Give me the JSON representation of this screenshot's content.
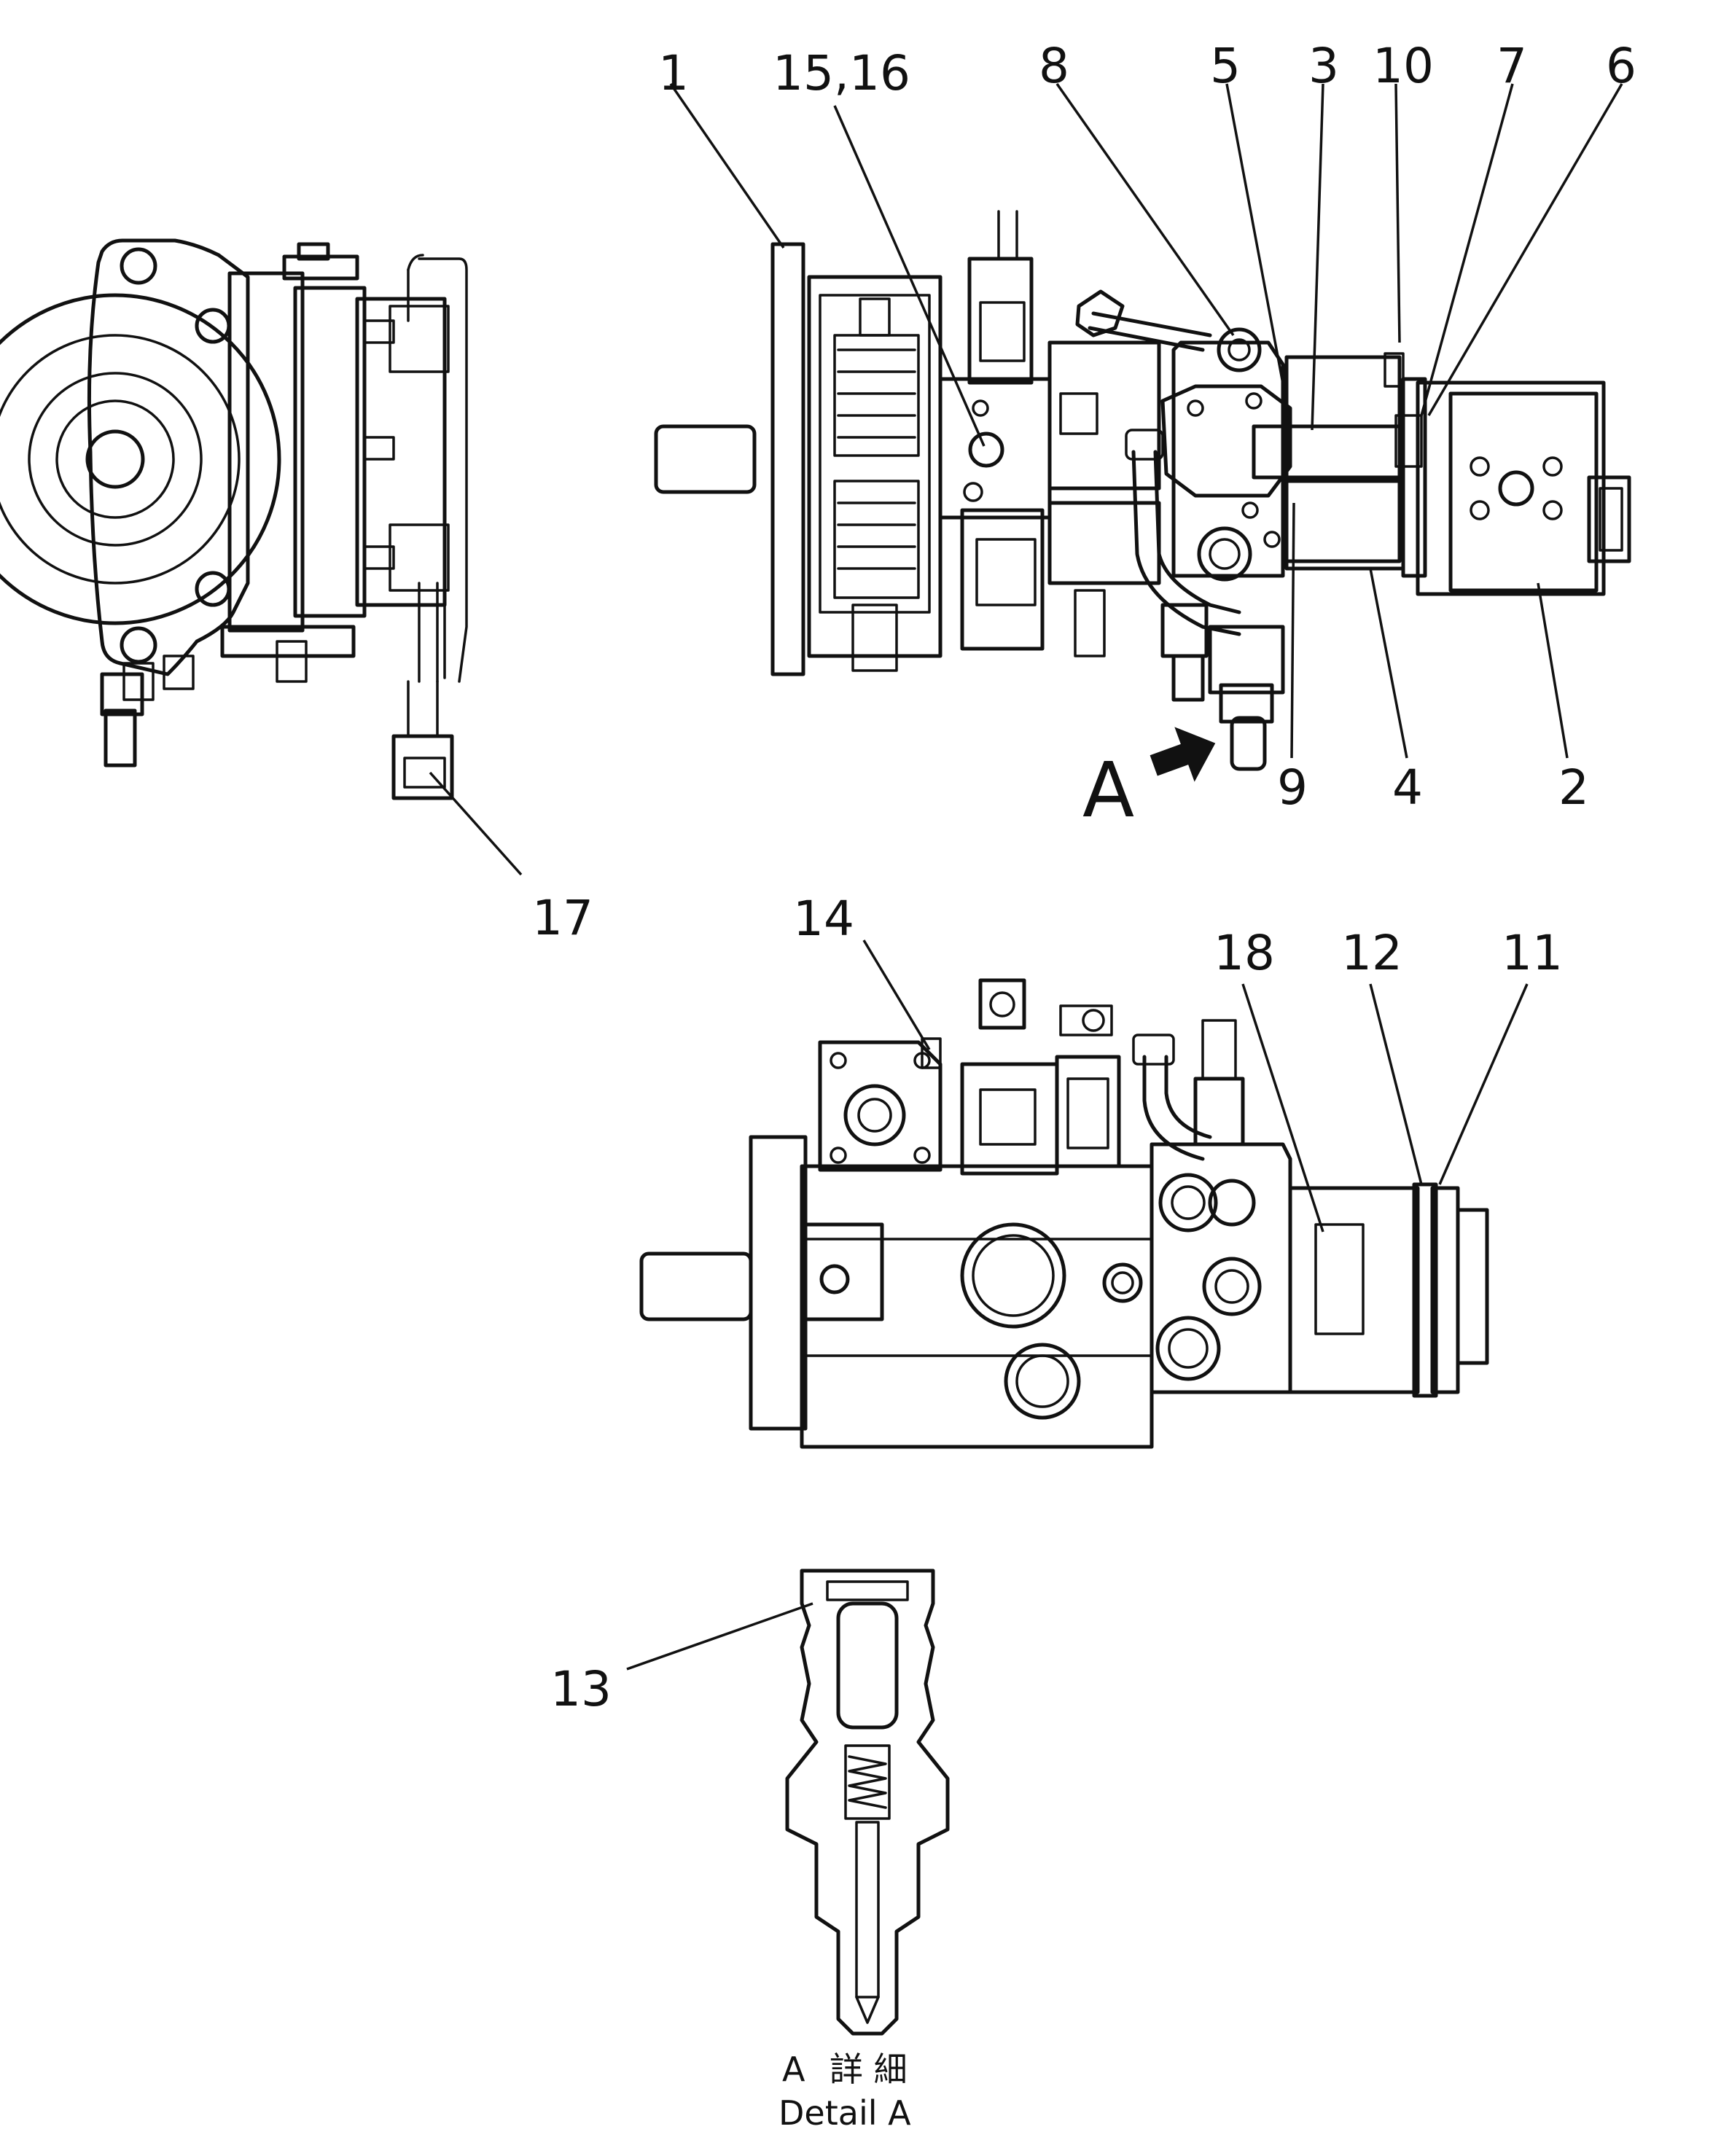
{
  "labels": {
    "l1": "1",
    "l15_16": "15,16",
    "l8": "8",
    "l5": "5",
    "l3": "3",
    "l10": "10",
    "l7": "7",
    "l6": "6",
    "l9": "9",
    "l4": "4",
    "l2": "2",
    "lA": "A",
    "l17": "17",
    "l14": "14",
    "l18": "18",
    "l12": "12",
    "l11": "11",
    "l13": "13"
  },
  "caption": {
    "jp_a": "A",
    "jp_text": "詳 細",
    "en": "Detail A"
  }
}
